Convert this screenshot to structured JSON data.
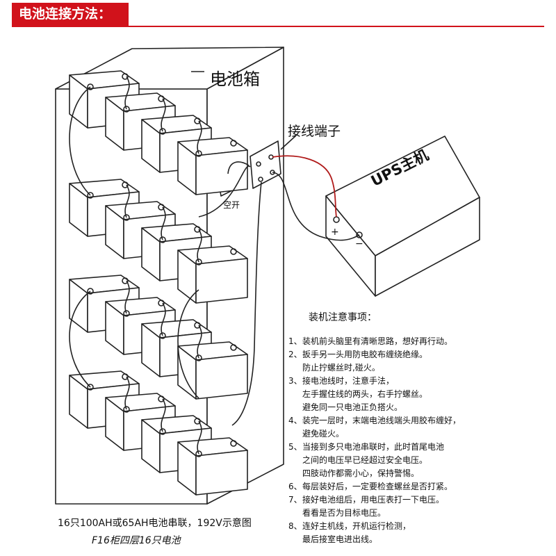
{
  "header": {
    "title": "电池连接方法：",
    "color": "#d1121b"
  },
  "labels": {
    "battery_box": "电池箱",
    "terminal": "接线端子",
    "breaker": "空开",
    "ups": "UPS主机",
    "plus": "+",
    "minus": "−"
  },
  "notes": {
    "title": "装机注意事项：",
    "items": [
      {
        "num": "1、",
        "lines": [
          "装机前头脑里有清晰思路，想好再行动。"
        ]
      },
      {
        "num": "2、",
        "lines": [
          "扳手另一头用防电胶布缠绕绝缘。",
          "防止拧螺丝时,碰火。"
        ]
      },
      {
        "num": "3、",
        "lines": [
          "接电池线时，注意手法，",
          "左手握住线的两头，右手拧螺丝。",
          "避免同一只电池正负搭火。"
        ]
      },
      {
        "num": "4、",
        "lines": [
          "装完一层时，末端电池线端头用胶布缠好，",
          "避免碰火。"
        ]
      },
      {
        "num": "5、",
        "lines": [
          "当接到多只电池串联时，此时首尾电池",
          "之间的电压早已经超过安全电压。",
          "四肢动作都需小心，保持警惕。"
        ]
      },
      {
        "num": "6、",
        "lines": [
          "每层装好后，一定要检查螺丝是否打紧。"
        ]
      },
      {
        "num": "7、",
        "lines": [
          "接好电池组后，用电压表打一下电压。",
          "看看是否为目标电压。"
        ]
      },
      {
        "num": "8、",
        "lines": [
          "连好主机线，开机运行检测，",
          "最后接室电进出线。"
        ]
      }
    ]
  },
  "captions": {
    "line1": "16只100AH或65AH电池串联，192V示意图",
    "line2": "F16柜四层16只电池"
  }
}
